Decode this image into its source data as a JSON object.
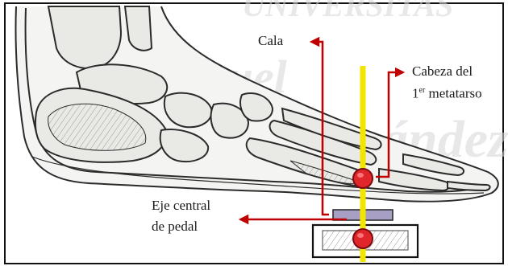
{
  "watermark": {
    "lines": [
      "UNIVERSITAS",
      "Miguel",
      "Hernández"
    ]
  },
  "labels": {
    "cala": "Cala",
    "cabeza_line1": "Cabeza del",
    "cabeza_num": "1",
    "cabeza_sup": "er",
    "cabeza_rest": " metatarso",
    "eje_line1": "Eje central",
    "eje_line2": "de pedal"
  },
  "colors": {
    "axis": "#f2e600",
    "marker": "#e0262b",
    "arrow": "#c00000",
    "cleat": "#a8a0c4",
    "bone_stroke": "#2b2b2b",
    "bone_fill": "#e9e9e6",
    "frame": "#111111"
  }
}
